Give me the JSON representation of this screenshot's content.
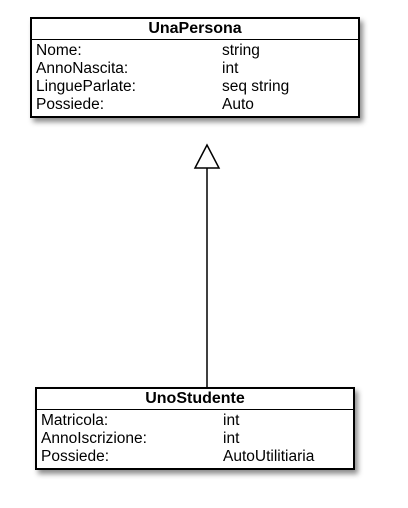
{
  "superclass": {
    "name": "UnaPersona",
    "attributes": [
      {
        "name": "Nome:",
        "type": "string"
      },
      {
        "name": "AnnoNascita:",
        "type": "int"
      },
      {
        "name": "LingueParlate:",
        "type": "seq string"
      },
      {
        "name": "Possiede:",
        "type": "Auto"
      }
    ]
  },
  "subclass": {
    "name": "UnoStudente",
    "attributes": [
      {
        "name": "Matricola:",
        "type": "int"
      },
      {
        "name": "AnnoIscrizione:",
        "type": "int"
      },
      {
        "name": "Possiede:",
        "type": "AutoUtilitiaria"
      }
    ]
  },
  "relationship": {
    "type": "generalization",
    "from": "UnoStudente",
    "to": "UnaPersona"
  }
}
